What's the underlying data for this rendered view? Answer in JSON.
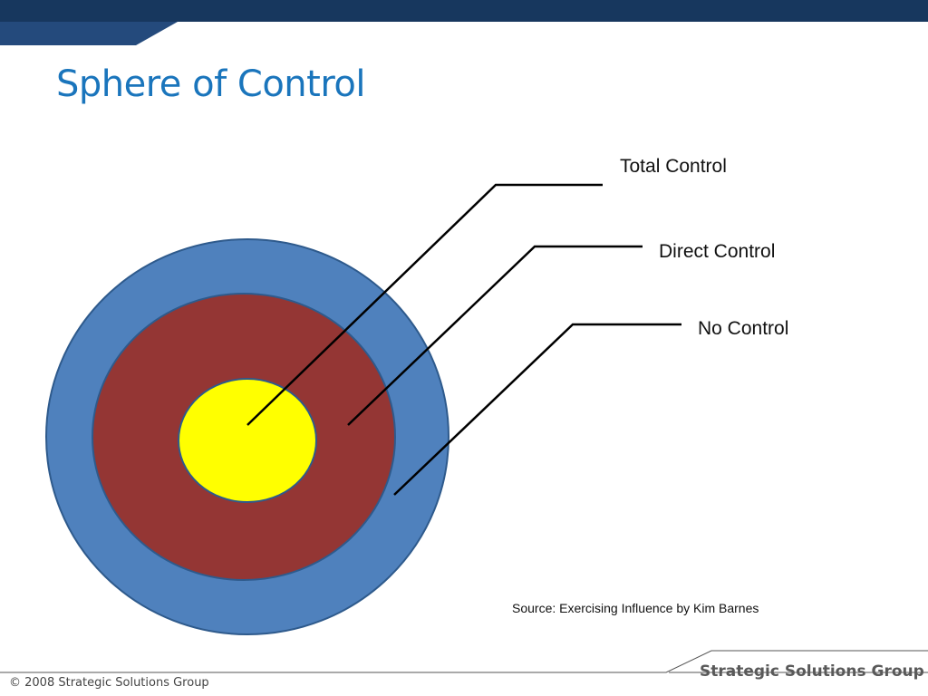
{
  "slide": {
    "title": "Sphere of Control",
    "title_color": "#1A75BC"
  },
  "diagram": {
    "rings": [
      {
        "name": "outer",
        "color": "#4F81BD"
      },
      {
        "name": "middle",
        "color": "#943634"
      },
      {
        "name": "inner",
        "color": "#FFFF00"
      }
    ],
    "callouts": [
      {
        "label": "Total Control",
        "ring": "inner"
      },
      {
        "label": "Direct Control",
        "ring": "middle"
      },
      {
        "label": "No Control",
        "ring": "outer"
      }
    ],
    "source": "Source: Exercising Influence by Kim Barnes"
  },
  "header": {
    "bar_color": "#17375E",
    "accent_color": "#244A7C"
  },
  "footer": {
    "brand": "Strategic Solutions Group",
    "copyright": "© 2008 Strategic Solutions Group"
  }
}
